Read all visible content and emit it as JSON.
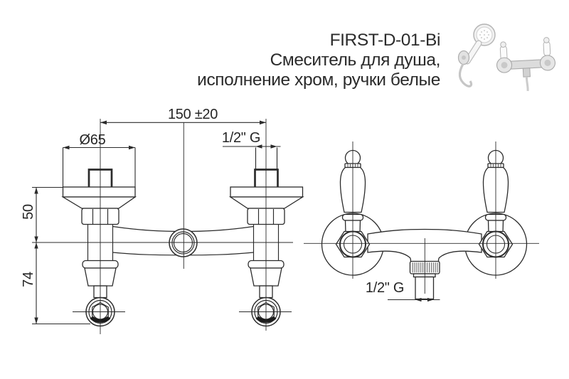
{
  "header": {
    "product_code": "FIRST-D-01-Bi",
    "description_line_1": "Смеситель для душа,",
    "description_line_2": "исполнение хром, ручки белые"
  },
  "views": {
    "top_view": {
      "dim_wall_distance": "150 ±20",
      "dim_escutcheon_diameter": "Ø65",
      "dim_inlet_thread": "1/2\" G",
      "dim_offset_upper": "50",
      "dim_offset_lower": "74"
    },
    "front_view": {
      "dim_outlet_thread": "1/2\" G"
    }
  },
  "colors": {
    "line": "#2b2b2b",
    "text": "#262626",
    "photo_gray": "#c4c4c4"
  }
}
